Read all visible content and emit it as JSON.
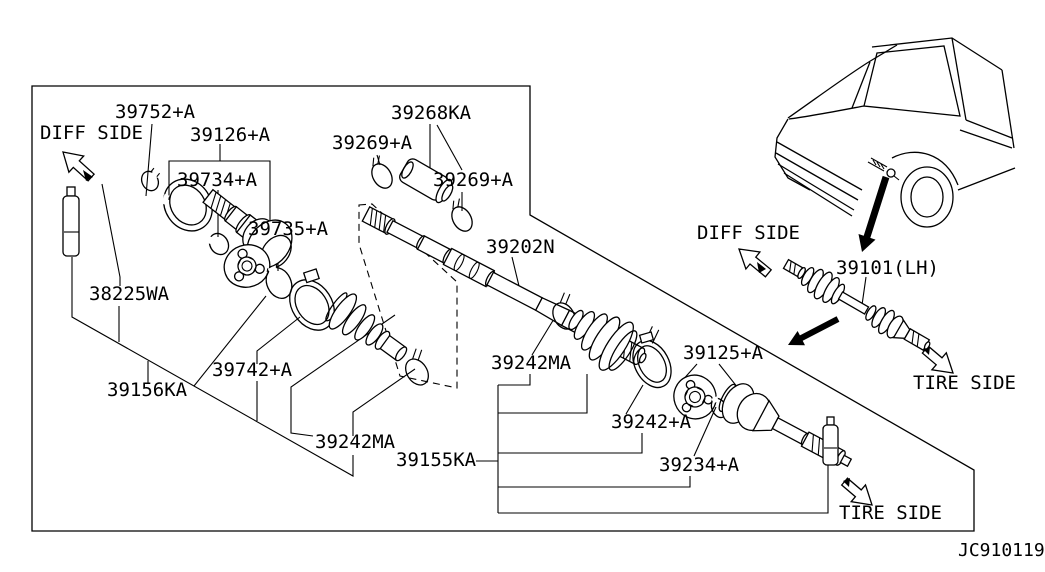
{
  "diagram": {
    "doc_code": "JC910119",
    "direction_labels": {
      "diff_side_left": "DIFF SIDE",
      "diff_side_right": "DIFF SIDE",
      "tire_side_right": "TIRE SIDE",
      "tire_side_bottom": "TIRE SIDE"
    },
    "part_labels": {
      "p39752a": "39752+A",
      "p39126a": "39126+A",
      "p39734a": "39734+A",
      "p39735a": "39735+A",
      "p39268ka": "39268KA",
      "p39269a_1": "39269+A",
      "p39269a_2": "39269+A",
      "p39202n": "39202N",
      "p38225wa": "38225WA",
      "p39156ka": "39156KA",
      "p39742a": "39742+A",
      "p39242ma_1": "39242MA",
      "p39242ma_2": "39242MA",
      "p39155ka": "39155KA",
      "p39125a": "39125+A",
      "p39242a": "39242+A",
      "p39234a": "39234+A",
      "p39101lh": "39101(LH)"
    }
  }
}
